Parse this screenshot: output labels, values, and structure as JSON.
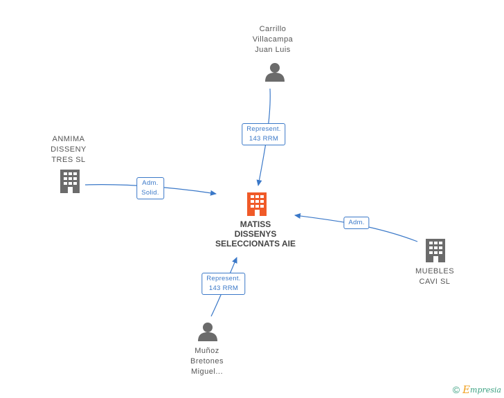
{
  "center": {
    "name": [
      "MATISS",
      "DISSENYS",
      "SELECCIONATS AIE"
    ],
    "color": "#f05a28"
  },
  "nodes": {
    "carrillo": {
      "name": [
        "Carrillo",
        "Villacampa",
        "Juan Luis"
      ],
      "kind": "person-icon"
    },
    "anmima": {
      "name": [
        "ANMIMA",
        "DISSENY",
        "TRES  SL"
      ],
      "kind": "building-icon"
    },
    "muebles": {
      "name": [
        "MUEBLES",
        "CAVI  SL"
      ],
      "kind": "building-icon"
    },
    "munoz": {
      "name": [
        "Muñoz",
        "Bretones",
        "Miguel..."
      ],
      "kind": "person-icon"
    }
  },
  "edges": {
    "carrillo": {
      "label": [
        "Represent.",
        "143 RRM"
      ]
    },
    "anmima": {
      "label": [
        "Adm.",
        "Solid."
      ]
    },
    "muebles": {
      "label": [
        "Adm."
      ]
    },
    "munoz": {
      "label": [
        "Represent.",
        "143 RRM"
      ]
    }
  },
  "colors": {
    "edge": "#3a78c8",
    "node_icon": "#6b6b6b",
    "center_icon": "#f05a28"
  },
  "footer": {
    "copyright_symbol": "©",
    "brand_initial": "E",
    "brand_rest": "mpresia"
  }
}
